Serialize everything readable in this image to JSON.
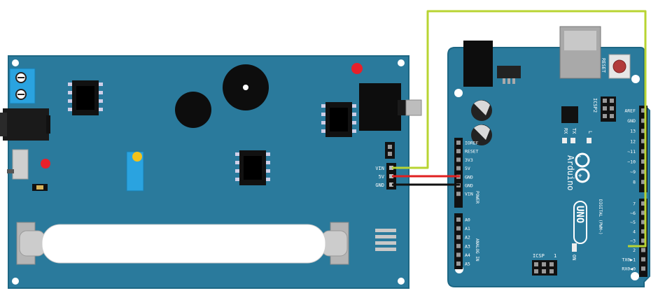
{
  "colors": {
    "board": "#2a7a9c",
    "board_edge": "#1d6784",
    "wire_signal": "#b8d432",
    "wire_5v": "#e02020",
    "wire_gnd": "#111111",
    "led_red": "#e8202a",
    "led_yellow": "#f3c21b",
    "pot": "#2aa3e0"
  },
  "sensor_board": {
    "pins": [
      "VIN",
      "5V",
      "GND"
    ]
  },
  "arduino": {
    "reset_label": "RESET",
    "icsp2_label": "ICSP2",
    "icsp_label": "ICSP",
    "icsp_pin1": "1",
    "tx_label": "TX",
    "rx_label": "RX",
    "l_label": "L",
    "on_label": "ON",
    "brand": "Arduino",
    "model": "UNO",
    "digital_label": "DIGITAL (PWM~)",
    "power_label": "POWER",
    "analog_label": "ANALOG IN",
    "power_pins": [
      "IOREF",
      "RESET",
      "3V3",
      "5V",
      "GND",
      "GND",
      "VIN"
    ],
    "analog_pins": [
      "A0",
      "A1",
      "A2",
      "A3",
      "A4",
      "A5"
    ],
    "digital_top": [
      "AREF",
      "GND",
      "13",
      "12",
      "~11",
      "~10",
      "~9",
      "8"
    ],
    "digital_bottom": [
      "7",
      "~6",
      "~5",
      "4",
      "~3",
      "2",
      "TX0▶1",
      "RX0◀0"
    ]
  }
}
